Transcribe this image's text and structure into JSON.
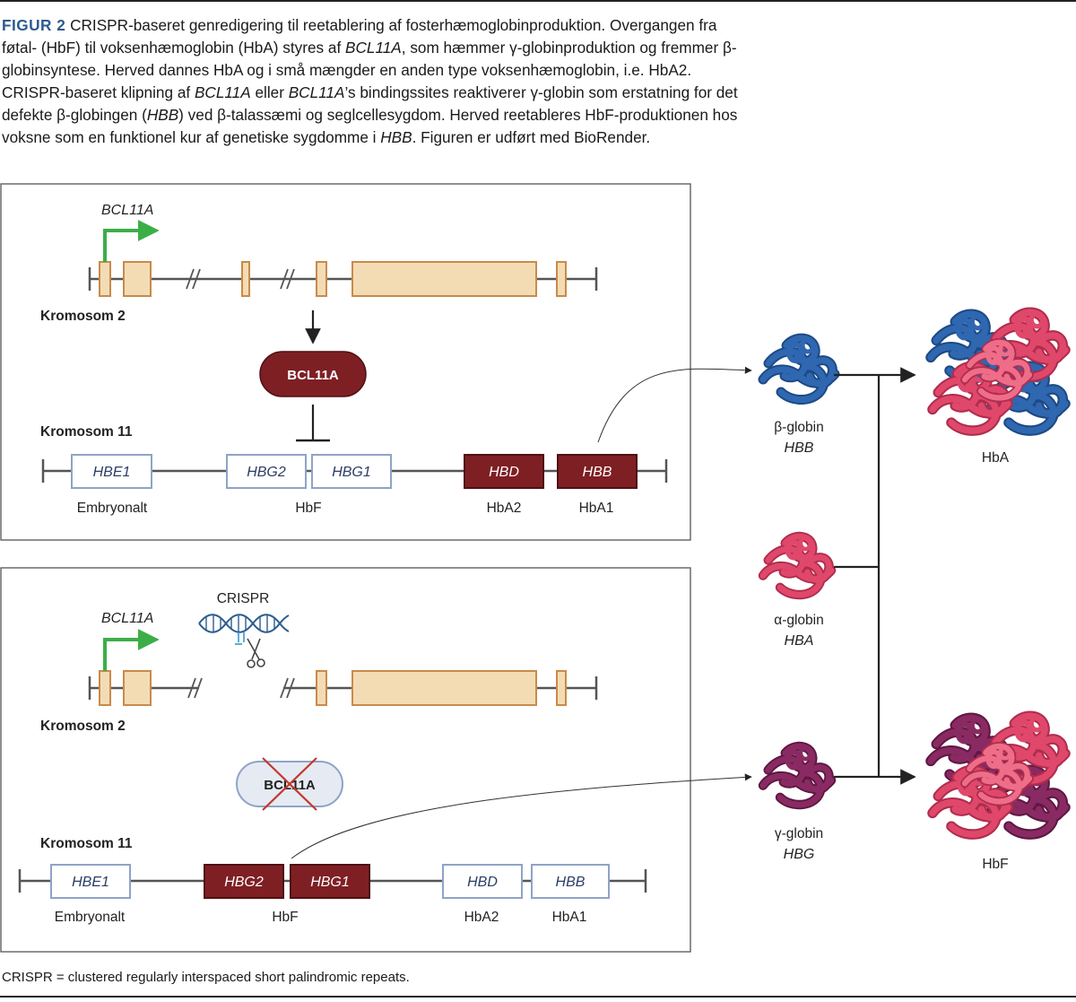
{
  "caption": {
    "figure_label": "FIGUR 2",
    "segments": [
      {
        "text": " CRISPR-baseret genredigering til reetablering af fosterhæmoglobinproduktion. Overgangen fra føtal- (HbF) til voksenhæmoglobin (HbA) styres af ",
        "italic": false
      },
      {
        "text": "BCL11A",
        "italic": true
      },
      {
        "text": ", som hæmmer γ-globinproduktion og fremmer β-globinsyntese. Herved dannes HbA og i små mængder en anden type voksenhæmoglobin, i.e. HbA2. CRISPR-baseret klipning af ",
        "italic": false
      },
      {
        "text": "BCL11A",
        "italic": true
      },
      {
        "text": " eller ",
        "italic": false
      },
      {
        "text": "BCL11A",
        "italic": true
      },
      {
        "text": "’s bindingssites reaktiverer γ-globin som erstatning for det defekte β-globingen (",
        "italic": false
      },
      {
        "text": "HBB",
        "italic": true
      },
      {
        "text": ") ved β-talassæmi og seglcellesygdom. Herved reetableres HbF-produktionen hos voksne som en funktionel kur af genetiske sygdomme i ",
        "italic": false
      },
      {
        "text": "HBB",
        "italic": true
      },
      {
        "text": ". Figuren er udført med BioRender.",
        "italic": false
      }
    ]
  },
  "panel_top": {
    "promoter_label": "BCL11A",
    "chromosome2_label": "Kromosom 2",
    "protein_label": "BCL11A",
    "chromosome11_label": "Kromosom 11",
    "genes": [
      {
        "name": "HBE1",
        "state": "off"
      },
      {
        "name": "HBG2",
        "state": "off"
      },
      {
        "name": "HBG1",
        "state": "off"
      },
      {
        "name": "HBD",
        "state": "on"
      },
      {
        "name": "HBB",
        "state": "on"
      }
    ],
    "group_labels": [
      "Embryonalt",
      "HbF",
      "HbA2",
      "HbA1"
    ]
  },
  "panel_bottom": {
    "promoter_label": "BCL11A",
    "crispr_label": "CRISPR",
    "chromosome2_label": "Kromosom 2",
    "protein_label": "BCL11A",
    "chromosome11_label": "Kromosom 11",
    "genes": [
      {
        "name": "HBE1",
        "state": "off"
      },
      {
        "name": "HBG2",
        "state": "on"
      },
      {
        "name": "HBG1",
        "state": "on"
      },
      {
        "name": "HBD",
        "state": "off"
      },
      {
        "name": "HBB",
        "state": "off"
      }
    ],
    "group_labels": [
      "Embryonalt",
      "HbF",
      "HbA2",
      "HbA1"
    ]
  },
  "globins": {
    "beta": {
      "name": "β-globin",
      "gene": "HBB"
    },
    "alpha": {
      "name": "α-globin",
      "gene": "HBA"
    },
    "gamma": {
      "name": "γ-globin",
      "gene": "HBG"
    }
  },
  "hemoglobins": {
    "adult": "HbA",
    "fetal": "HbF"
  },
  "footnote": "CRISPR = clustered regularly interspaced short palindromic repeats.",
  "colors": {
    "exon_fill": "#f3dcb4",
    "exon_stroke": "#c98a4b",
    "gene_active": "#7e1f24",
    "gene_inactive_stroke": "#8fa3c8",
    "promoter_arrow": "#3cae48",
    "beta_globin": "#2f67b1",
    "alpha_globin": "#e0486b",
    "gamma_globin": "#8a2a62",
    "figure_label": "#2d5a8e"
  }
}
